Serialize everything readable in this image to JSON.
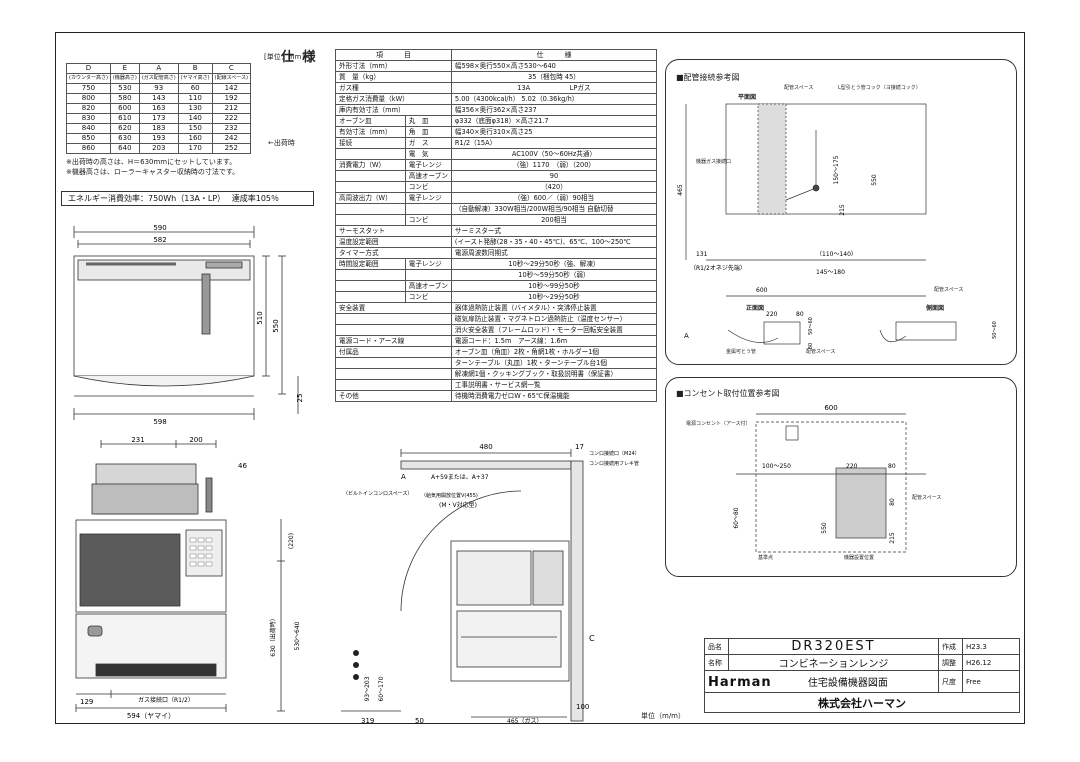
{
  "specs_title": "仕 様",
  "unit_note": "[単位：mm]",
  "dimension_table": {
    "headers": [
      {
        "code": "D",
        "desc": "(カウンター高さ)"
      },
      {
        "code": "E",
        "desc": "(機器高さ)"
      },
      {
        "code": "A",
        "desc": "(ガス配管高さ)"
      },
      {
        "code": "B",
        "desc": "(ヤマイ高さ)"
      },
      {
        "code": "C",
        "desc": "(配線スペース)"
      }
    ],
    "rows": [
      [
        "750",
        "530",
        "93",
        "60",
        "142"
      ],
      [
        "800",
        "580",
        "143",
        "110",
        "192"
      ],
      [
        "820",
        "600",
        "163",
        "130",
        "212"
      ],
      [
        "830",
        "610",
        "173",
        "140",
        "222"
      ],
      [
        "840",
        "620",
        "183",
        "150",
        "232"
      ],
      [
        "850",
        "630",
        "193",
        "160",
        "242"
      ],
      [
        "860",
        "640",
        "203",
        "170",
        "252"
      ]
    ],
    "shipped_label": "←出荷時",
    "notes": [
      "※出荷時の高さは、H＝630mmにセットしています。",
      "※機器高さは、ローラーキャスター収納時の寸法です。"
    ]
  },
  "energy": {
    "label": "エネルギー消費効率：750Wh（13A・LP）",
    "ratio": "達成率105％"
  },
  "spec_table": {
    "col_item": "項　　　目",
    "col_spec": "仕　　　様",
    "rows": [
      {
        "item": "外形寸法（mm）",
        "value": "幅598×奥行550×高さ530～640"
      },
      {
        "item": "質　量（kg）",
        "value": "35（梱包時 45）"
      },
      {
        "item": "ガス種",
        "value": "13A　　　　　　LPガス"
      },
      {
        "item": "定格ガス消費量（kW）",
        "value": "5.00（4300kcal/h）  5.02（0.36kg/h）"
      },
      {
        "item": "庫内有効寸法（mm）",
        "value": "幅356×奥行362×高さ237"
      },
      {
        "item": "オーブン皿",
        "sub": "丸　皿",
        "value": "φ332（底面φ318）×高さ21.7"
      },
      {
        "item": "有効寸法（mm）",
        "sub": "角　皿",
        "value": "幅340×奥行310×高さ25"
      },
      {
        "item": "接続",
        "sub": "ガ　ス",
        "value": "R1/2（15A）"
      },
      {
        "item": "",
        "sub": "電　気",
        "value": "AC100V（50～60Hz共通）"
      },
      {
        "item": "消費電力（W）",
        "sub": "電子レンジ",
        "value": "（強）1170　（弱）（200）"
      },
      {
        "item": "",
        "sub": "高速オーブン",
        "value": "90"
      },
      {
        "item": "",
        "sub": "コンビ",
        "value": "（420）"
      },
      {
        "item": "高周波出力（W）",
        "sub": "電子レンジ",
        "value": "（強）600／（弱）90相当"
      },
      {
        "item": "",
        "sub": "",
        "value": "（自動解凍）330W相当/200W相当/90相当 自動切替"
      },
      {
        "item": "",
        "sub": "コンビ",
        "value": "200相当"
      },
      {
        "item": "サーモスタット",
        "value": "サーミスター式"
      },
      {
        "item": "温度設定範囲",
        "value": "(イースト発酵(28・35・40・45℃)、65℃、100～250℃"
      },
      {
        "item": "タイマー方式",
        "value": "電源周波数同期式"
      },
      {
        "item": "時間設定範囲",
        "sub": "電子レンジ",
        "value": "10秒～29分50秒（強、解凍）"
      },
      {
        "item": "",
        "sub": "",
        "value": "10秒～59分50秒（弱）"
      },
      {
        "item": "",
        "sub": "高速オーブン",
        "value": "10秒～99分50秒"
      },
      {
        "item": "",
        "sub": "コンビ",
        "value": "10秒～29分50秒"
      },
      {
        "item": "安全装置",
        "value": "器体過熱防止装置（バイメタル）・突沸停止装置"
      },
      {
        "item": "",
        "value": "磁気扉防止装置・マグネトロン過熱防止（温度センサー）"
      },
      {
        "item": "",
        "value": "消火安全装置（フレームロッド）・モーター回転安全装置"
      },
      {
        "item": "電源コード・アース線",
        "value": "電源コード：1.5m　アース線：1.6m"
      },
      {
        "item": "付属品",
        "value": "オーブン皿（角皿）2枚・角網1枚・ホルダー1個"
      },
      {
        "item": "",
        "value": "ターンテーブル（丸皿）1枚・ターンテーブル台1個"
      },
      {
        "item": "",
        "value": "解凍網1個・クッキングブック・取扱説明書（保証書）"
      },
      {
        "item": "",
        "value": "工事説明書・サービス網一覧"
      },
      {
        "item": "その他",
        "value": "待機時消費電力ゼロW・65℃保温機能"
      }
    ]
  },
  "front_view": {
    "dim_top_outer": "590",
    "dim_top_inner": "582",
    "dim_height_inner": "510",
    "dim_height_outer": "550",
    "dim_bottom": "598",
    "dim_foot": "25"
  },
  "side_front_view": {
    "dim_a": "231",
    "dim_b": "200",
    "dim_c": "46",
    "dim_left": "129",
    "gas_label": "ガス接続口（R1/2）",
    "bottom_dim": "594（ヤマイ）"
  },
  "section_view": {
    "dim_480": "480",
    "dim_17": "17",
    "label_A": "A",
    "label_A59": "A+59または、A+37",
    "top_note1": "コンロ接続口（M24）",
    "top_note2": "コンロ接続用フレキ管",
    "bg_space": "（ビルトインコンロスペース）",
    "pipe_pos": "（給気用開放位置V(455)",
    "mv_type": "(M・V対応型)",
    "dim_220": "(220)",
    "dim_630": "630（出荷時）",
    "dim_530640": "530～640",
    "dim_93203": "93～203",
    "dim_60170": "60～170",
    "dim_319": "319",
    "dim_50": "50",
    "dim_465": "465（ガス）",
    "dim_100": "100",
    "label_C": "C",
    "unit_bottom": "単位（m/m）"
  },
  "piping": {
    "title": "■配管接続参考図",
    "plan": "平面図",
    "front": "正面図",
    "side": "側面図",
    "pipe_space": "配管スペース",
    "cock": "L型引とう管コック（ヨ接続コック）",
    "gas_inlet": "機器ガス接続口",
    "dims": [
      "465",
      "150～175",
      "550",
      "215",
      "131",
      "（110～140）",
      "（R1/2オネジ先端）",
      "145～180",
      "600",
      "220",
      "80",
      "50～60",
      "80",
      "50～60",
      "A"
    ],
    "flex_pipe": "金属可とう管",
    "pipe_space2": "配管スペース"
  },
  "outlet": {
    "title": "■コンセント取付位置参考図",
    "outlet_label": "電源コンセント（アース付）",
    "dims": [
      "600",
      "100～250",
      "220",
      "80",
      "60～80",
      "550",
      "80",
      "215"
    ],
    "base": "基準点",
    "install": "機器設置位置",
    "wiring_space": "配管スペース"
  },
  "title_block": {
    "model_label": "品名",
    "model": "DR320EST",
    "name_label": "名称",
    "name": "コンビネーションレンジ",
    "brand": "Harman",
    "drawing_type": "住宅設備機器図面",
    "company": "株式会社ハーマン",
    "created_label": "作成",
    "created": "H23.3",
    "revised_label": "調整",
    "revised": "H26.12",
    "scale_label": "尺度",
    "scale": "Free"
  }
}
